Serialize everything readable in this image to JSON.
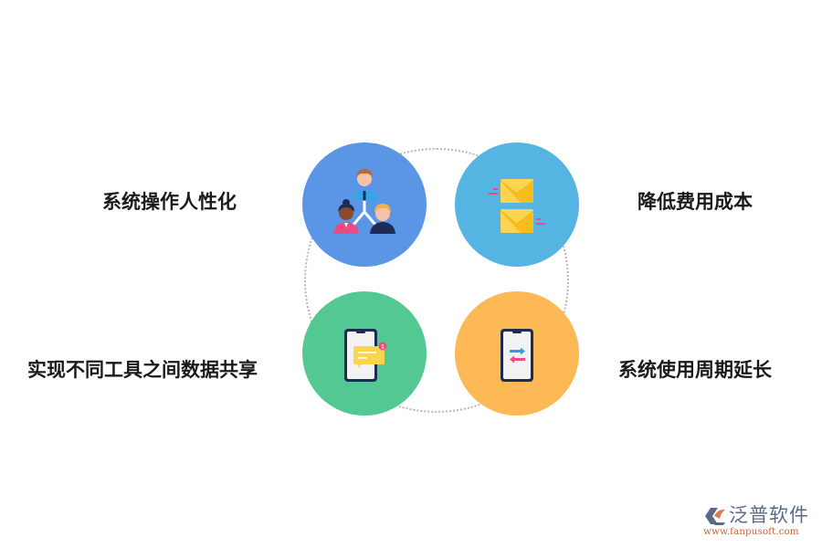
{
  "diagram": {
    "title": "",
    "items": [
      {
        "label": "系统操作人性化",
        "icon": "team-hierarchy-icon",
        "color": "#5b95e6"
      },
      {
        "label": "降低费用成本",
        "icon": "envelopes-icon",
        "color": "#56b4e3"
      },
      {
        "label": "实现不同工具之间数据共享",
        "icon": "phone-message-icon",
        "color": "#54c893"
      },
      {
        "label": "系统使用周期延长",
        "icon": "phone-transfer-icon",
        "color": "#fdb955"
      }
    ],
    "notification_count": "1"
  },
  "logo": {
    "name": "泛普软件",
    "url": "www.fanpusoft.com"
  }
}
